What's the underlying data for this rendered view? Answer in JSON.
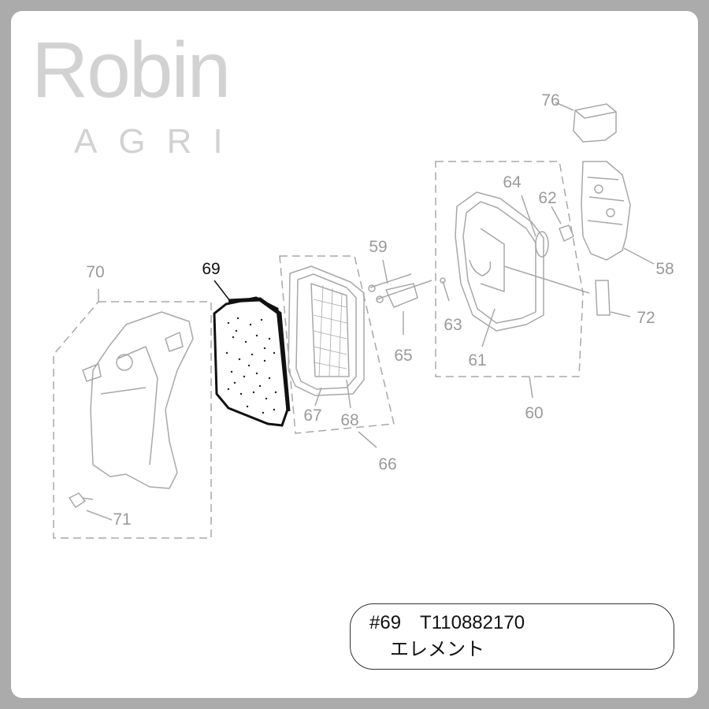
{
  "logo": {
    "brand": "Robin",
    "sub": "AGRI"
  },
  "callouts": {
    "n58": "58",
    "n59": "59",
    "n60": "60",
    "n61": "61",
    "n62": "62",
    "n63": "63",
    "n64": "64",
    "n65": "65",
    "n66": "66",
    "n67": "67",
    "n68": "68",
    "n69": "69",
    "n70": "70",
    "n71": "71",
    "n72": "72",
    "n76": "76"
  },
  "highlighted_part": "69",
  "part_info": {
    "code_line": "#69　T110882170",
    "name": "エレメント"
  },
  "colors": {
    "highlight": "#111111",
    "line_art": "#9a9a9a",
    "logo": "#d2d2d2"
  }
}
